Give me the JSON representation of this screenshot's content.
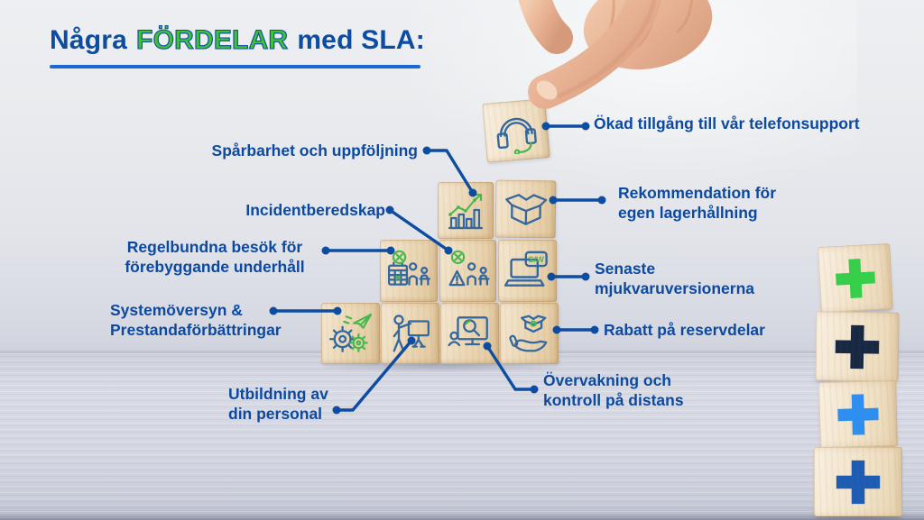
{
  "title": {
    "prefix": "Några",
    "highlight": "FÖRDELAR",
    "suffix": "med SLA:"
  },
  "benefits": {
    "telefonsupport": "Ökad tillgång till vår telefonsupport",
    "sparbarhet": "Spårbarhet och uppföljning",
    "incidentberedskap": "Incidentberedskap",
    "regelbundna": "Regelbundna besök för\nförebyggande underhåll",
    "systemoversyn": "Systemöversyn &\nPrestandaförbättringar",
    "utbildning": "Utbildning av\ndin personal",
    "rekommendation": "Rekommendation för\negen lagerhållning",
    "senaste": "Senaste\nmjukvaruversionerna",
    "rabatt": "Rabatt på reservdelar",
    "overvakning": "Övervakning och\nkontroll på distans"
  },
  "blocks": [
    {
      "icon": "headset-icon"
    },
    {
      "icon": "growth-chart-icon"
    },
    {
      "icon": "open-box-icon"
    },
    {
      "icon": "maintenance-calendar-icon"
    },
    {
      "icon": "incident-warning-icon"
    },
    {
      "icon": "software-laptop-icon",
      "label": "S/W"
    },
    {
      "icon": "gears-improvement-icon"
    },
    {
      "icon": "training-presentation-icon"
    },
    {
      "icon": "remote-monitoring-icon"
    },
    {
      "icon": "spare-parts-hand-icon"
    }
  ],
  "plus_stack": [
    {
      "icon": "plus-icon",
      "color": "#35d04a"
    },
    {
      "icon": "plus-icon",
      "color": "#172844"
    },
    {
      "icon": "plus-icon",
      "color": "#2e8ff2"
    },
    {
      "icon": "plus-icon",
      "color": "#1d5cb4"
    }
  ],
  "colors": {
    "label_text": "#0c4aa2",
    "title_blue": "#0d4da1",
    "highlight_green": "#3ec23e",
    "connector": "#0d4da1",
    "underline": "#1b6ad2"
  }
}
